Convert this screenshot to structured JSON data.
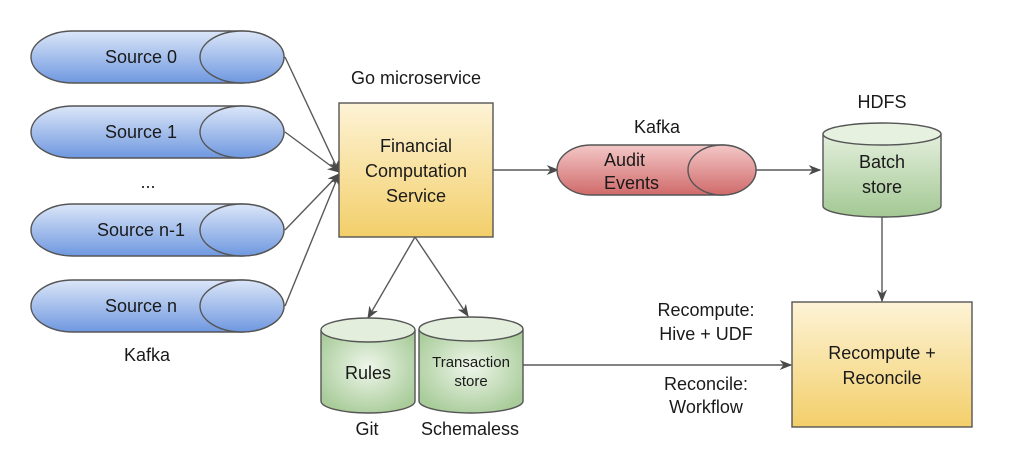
{
  "title": "Financial computation pipeline architecture",
  "colors": {
    "queue_blue_top": "#dbe6f8",
    "queue_blue_bottom": "#6f98e0",
    "queue_red_top": "#f4c7c7",
    "queue_red_bottom": "#d06a6a",
    "service_top": "#fdf3d6",
    "service_bottom": "#f3cf6a",
    "store_top": "#e3efdc",
    "store_bottom": "#a3c894",
    "edge": "#595959"
  },
  "sources": {
    "items": [
      {
        "label": "Source 0"
      },
      {
        "label": "Source 1"
      },
      {
        "label": "Source n-1"
      },
      {
        "label": "Source n"
      }
    ],
    "ellipsis": "...",
    "caption": "Kafka"
  },
  "service": {
    "caption": "Go microservice",
    "lines": [
      "Financial",
      "Computation",
      "Service"
    ]
  },
  "audit_queue": {
    "caption": "Kafka",
    "lines": [
      "Audit",
      "Events"
    ]
  },
  "batch_store": {
    "caption": "HDFS",
    "lines": [
      "Batch",
      "store"
    ]
  },
  "rules_store": {
    "label": "Rules",
    "caption": "Git"
  },
  "transaction_store": {
    "lines": [
      "Transaction",
      "store"
    ],
    "caption": "Schemaless"
  },
  "recompute": {
    "lines": [
      "Recompute +",
      "Reconcile"
    ]
  },
  "edge_labels": {
    "recompute": [
      "Recompute:",
      "Hive + UDF"
    ],
    "reconcile": [
      "Reconcile:",
      "Workflow"
    ]
  }
}
